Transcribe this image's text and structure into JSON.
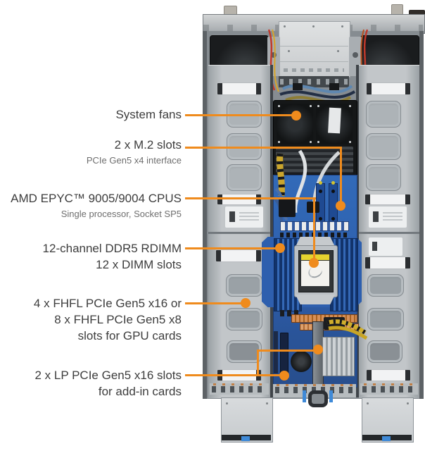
{
  "colors": {
    "accent": "#ef8b1d",
    "label_text": "#3d3d3d",
    "label_subtext": "#6e6e6e",
    "pcb_blue": "#2e60ae",
    "chassis_gray": "#c2c6c9"
  },
  "callouts": [
    {
      "id": "system-fans",
      "lines": [
        "System fans"
      ],
      "sub": null
    },
    {
      "id": "m2-slots",
      "lines": [
        "2 x M.2 slots"
      ],
      "sub": "PCIe Gen5 x4 interface"
    },
    {
      "id": "cpu",
      "lines": [
        "AMD EPYC™ 9005/9004 CPUS"
      ],
      "sub": "Single processor, Socket SP5"
    },
    {
      "id": "dimm",
      "lines": [
        "12-channel DDR5 RDIMM",
        "12 x DIMM slots"
      ],
      "sub": null
    },
    {
      "id": "gpu-slots",
      "lines": [
        "4 x FHFL PCIe Gen5 x16 or",
        "8 x FHFL PCIe Gen5 x8",
        "slots for GPU cards"
      ],
      "sub": null
    },
    {
      "id": "lp-slots",
      "lines": [
        "2 x LP PCIe Gen5 x16 slots",
        "for add-in cards"
      ],
      "sub": null
    }
  ],
  "icons": [
    {
      "name": "callout-dot",
      "shape": "filled-circle",
      "color": "#ef8b1d"
    }
  ]
}
